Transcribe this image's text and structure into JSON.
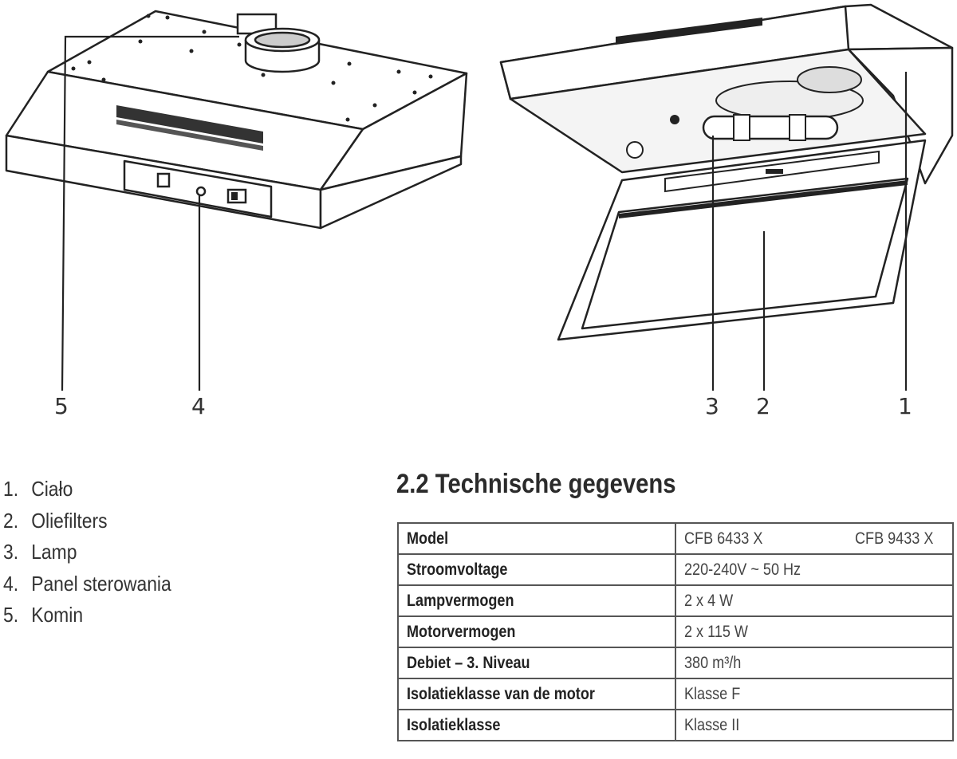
{
  "callouts": [
    "5",
    "4",
    "3",
    "2",
    "1"
  ],
  "parts": [
    {
      "num": "1.",
      "label": "Ciało"
    },
    {
      "num": "2.",
      "label": "Oliefilters"
    },
    {
      "num": "3.",
      "label": "Lamp"
    },
    {
      "num": "4.",
      "label": "Panel sterowania"
    },
    {
      "num": "5.",
      "label": "Komin"
    }
  ],
  "section_title": "2.2 Technische gegevens",
  "specs": [
    {
      "label": "Model",
      "value": "CFB 6433 X",
      "value2": "CFB 9433 X"
    },
    {
      "label": "Stroomvoltage",
      "value": "220-240V ~ 50 Hz"
    },
    {
      "label": "Lampvermogen",
      "value": "2 x 4 W"
    },
    {
      "label": "Motorvermogen",
      "value": "2 x 115 W"
    },
    {
      "label": "Debiet – 3. Niveau",
      "value": "380 m³/h"
    },
    {
      "label": "Isolatieklasse van de motor",
      "value": "Klasse F"
    },
    {
      "label": "Isolatieklasse",
      "value": "Klasse II"
    }
  ]
}
